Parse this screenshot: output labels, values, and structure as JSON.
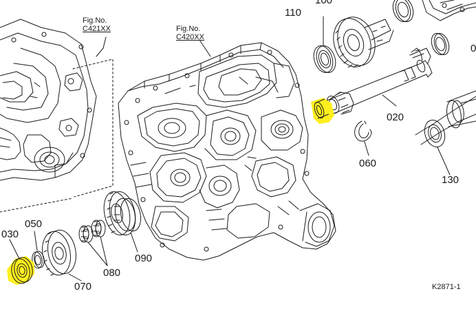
{
  "references": [
    {
      "prefix": "Fig.No.",
      "code": "C421XX"
    },
    {
      "prefix": "Fig.No.",
      "code": "C420XX"
    }
  ],
  "parts": [
    "110",
    "100",
    "0",
    "020",
    "060",
    "130",
    "030",
    "050",
    "090",
    "080",
    "070"
  ],
  "drawing_id": "K2871-1",
  "highlight_color": "#ffef1f"
}
